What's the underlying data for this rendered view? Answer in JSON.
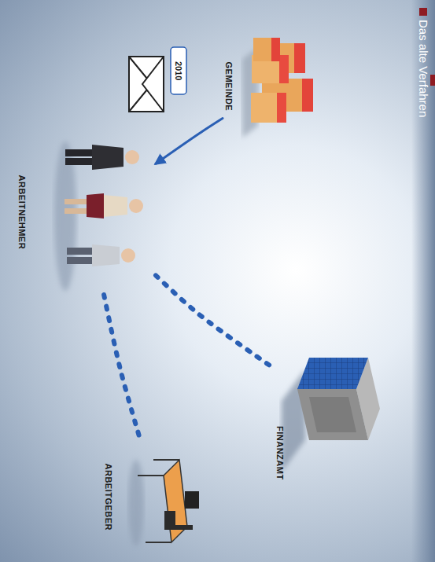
{
  "diagram": {
    "title": "Das alte Verfahren",
    "nodes": [
      {
        "text": [
          "GEMEINDE"
        ]
      },
      {
        "text": [
          "ARBEITNEHMER"
        ]
      },
      {
        "text": [
          "FINANZAMT"
        ]
      },
      {
        "text": [
          "ARBEITGEBER"
        ]
      }
    ],
    "edges": [
      {
        "from": 0,
        "to": 1,
        "arrow": "to"
      },
      {
        "from": 1,
        "to": 2,
        "arrow": "none"
      },
      {
        "from": 1,
        "to": 3,
        "arrow": "none"
      }
    ],
    "labels": [
      "2010"
    ]
  }
}
